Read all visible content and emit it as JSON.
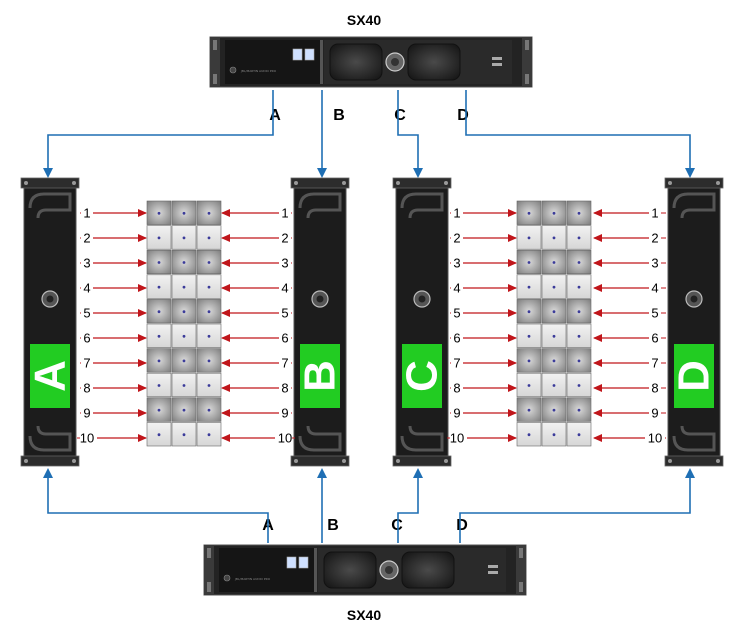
{
  "amplifiers": {
    "top": {
      "title": "SX40",
      "brand_text": "JBL/MARTIN AUDIO PRO"
    },
    "bottom": {
      "title": "SX40",
      "brand_text": "JBL/MARTIN AUDIO PRO"
    }
  },
  "outputs": {
    "top": [
      "A",
      "B",
      "C",
      "D"
    ],
    "bottom": [
      "A",
      "B",
      "C",
      "D"
    ]
  },
  "racks": [
    "A",
    "B",
    "C",
    "D"
  ],
  "channels": [
    "1",
    "2",
    "3",
    "4",
    "5",
    "6",
    "7",
    "8",
    "9",
    "10"
  ],
  "colors": {
    "arrow_blue": "#1f6fb4",
    "arrow_red": "#c0161b",
    "rack_green": "#22cc22",
    "device_body": "#1c1c1c",
    "cell_light": "#e6e6e6",
    "cell_shaded": "#9a9a9a"
  }
}
